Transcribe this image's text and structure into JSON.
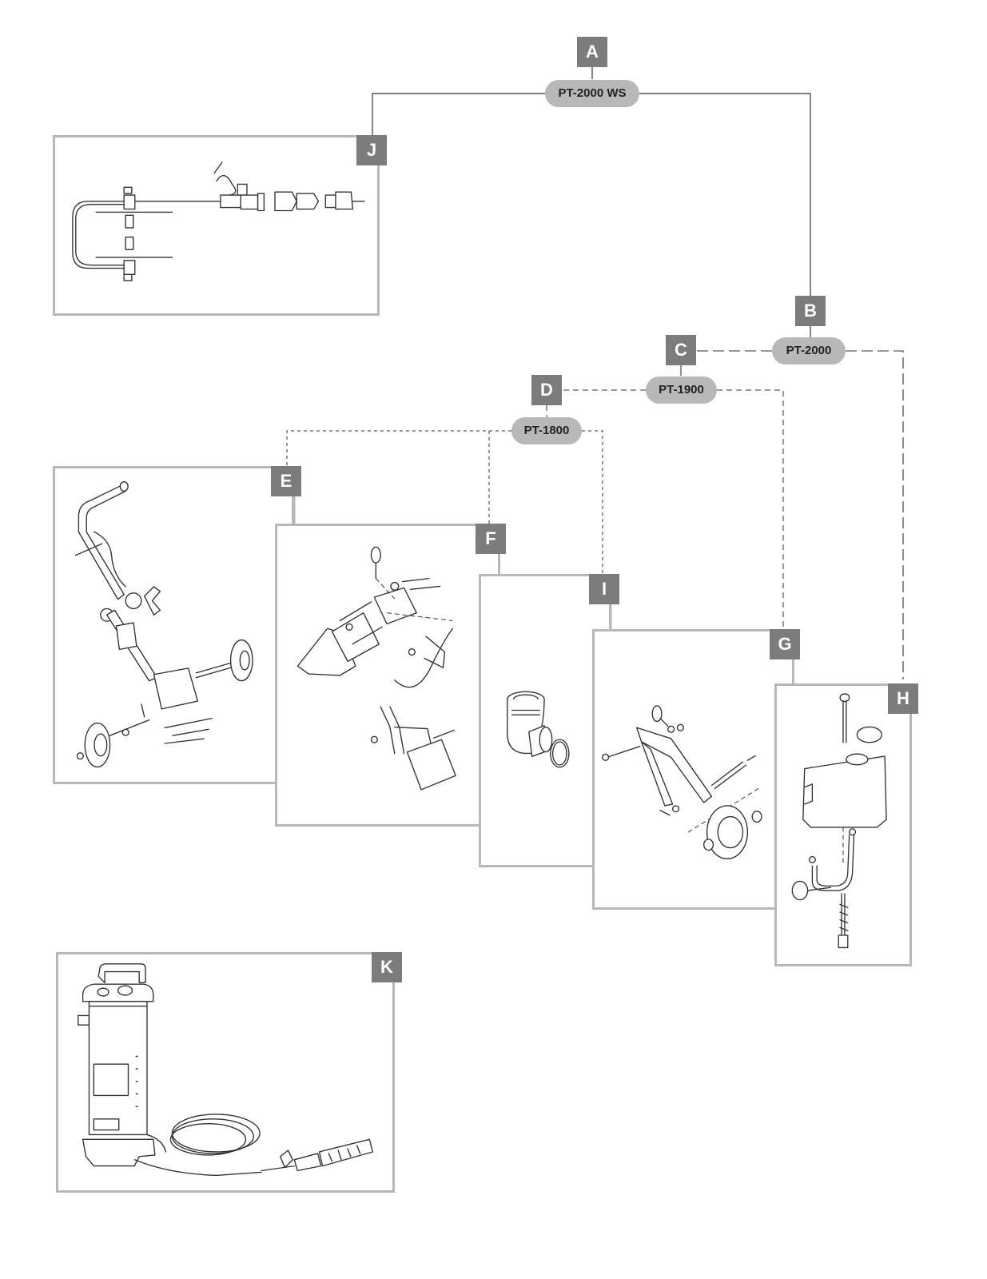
{
  "tags": {
    "a": "A",
    "b": "B",
    "c": "C",
    "d": "D",
    "e": "E",
    "f": "F",
    "g": "G",
    "h": "H",
    "i": "I",
    "j": "J",
    "k": "K"
  },
  "models": {
    "pt2000ws": "PT-2000 WS",
    "pt2000": "PT-2000",
    "pt1900": "PT-1900",
    "pt1800": "PT-1800"
  },
  "colors": {
    "tag_fill": "#7c7c7c",
    "pill_fill": "#b8b8b8",
    "panel_border": "#b8b8b8",
    "line": "#333333"
  }
}
